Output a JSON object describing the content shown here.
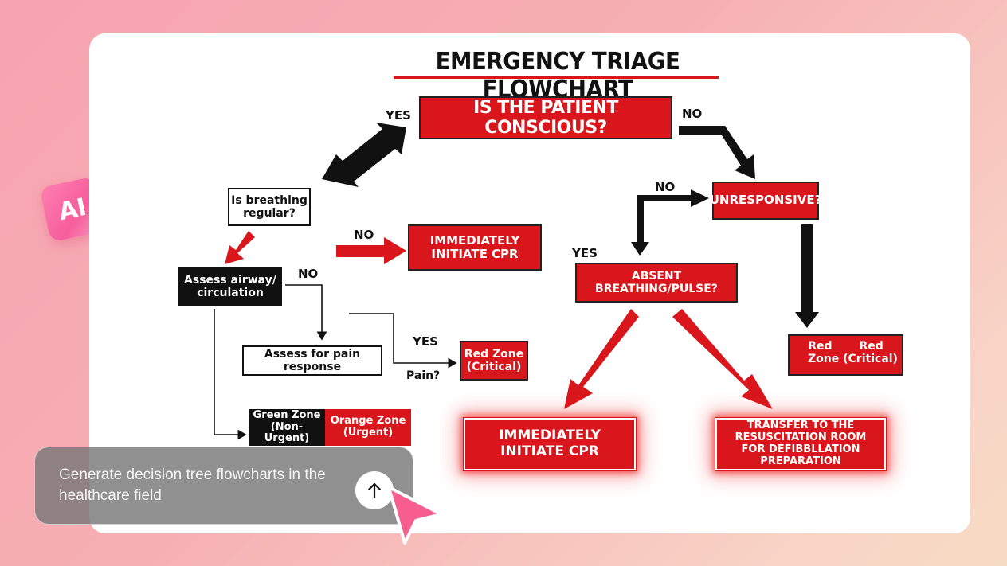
{
  "badge": {
    "label": "AI"
  },
  "flowchart": {
    "title": "EMERGENCY TRIAGE FLOWCHART",
    "nodes": {
      "conscious": "IS THE PATIENT CONSCIOUS?",
      "breathing_regular": "Is breathing regular?",
      "cpr_1": "IMMEDIATELY INITIATE CPR",
      "airway": "Assess airway/ circulation",
      "pain_response": "Assess for pain response",
      "red_zone_1": "Red Zone (Critical)",
      "green_zone": "Green Zone (Non-Urgent)",
      "orange_zone": "Orange Zone (Urgent)",
      "unresponsive": "UNRESPONSIVE?",
      "absent_breathing": "ABSENT BREATHING/PULSE?",
      "red_zone_2_a": "Red",
      "red_zone_2_b": "Red",
      "red_zone_2_c": "Zone (Critical)",
      "cpr_2": "IMMEDIATELY INITIATE CPR",
      "transfer": "TRANSFER TO THE RESUSCITATION ROOM FOR DEFIBBLLATION PREPARATION"
    },
    "labels": {
      "yes_top": "YES",
      "no_top": "NO",
      "no_breathing": "NO",
      "no_airway": "NO",
      "yes_pain": "YES",
      "pain_q": "Pain?",
      "no_unresponsive": "NO",
      "yes_absent": "YES"
    }
  },
  "prompt": {
    "text": "Generate decision tree flowcharts in the healthcare field",
    "send_icon": "arrow-up-icon",
    "accent_color": "#f75d8f"
  }
}
